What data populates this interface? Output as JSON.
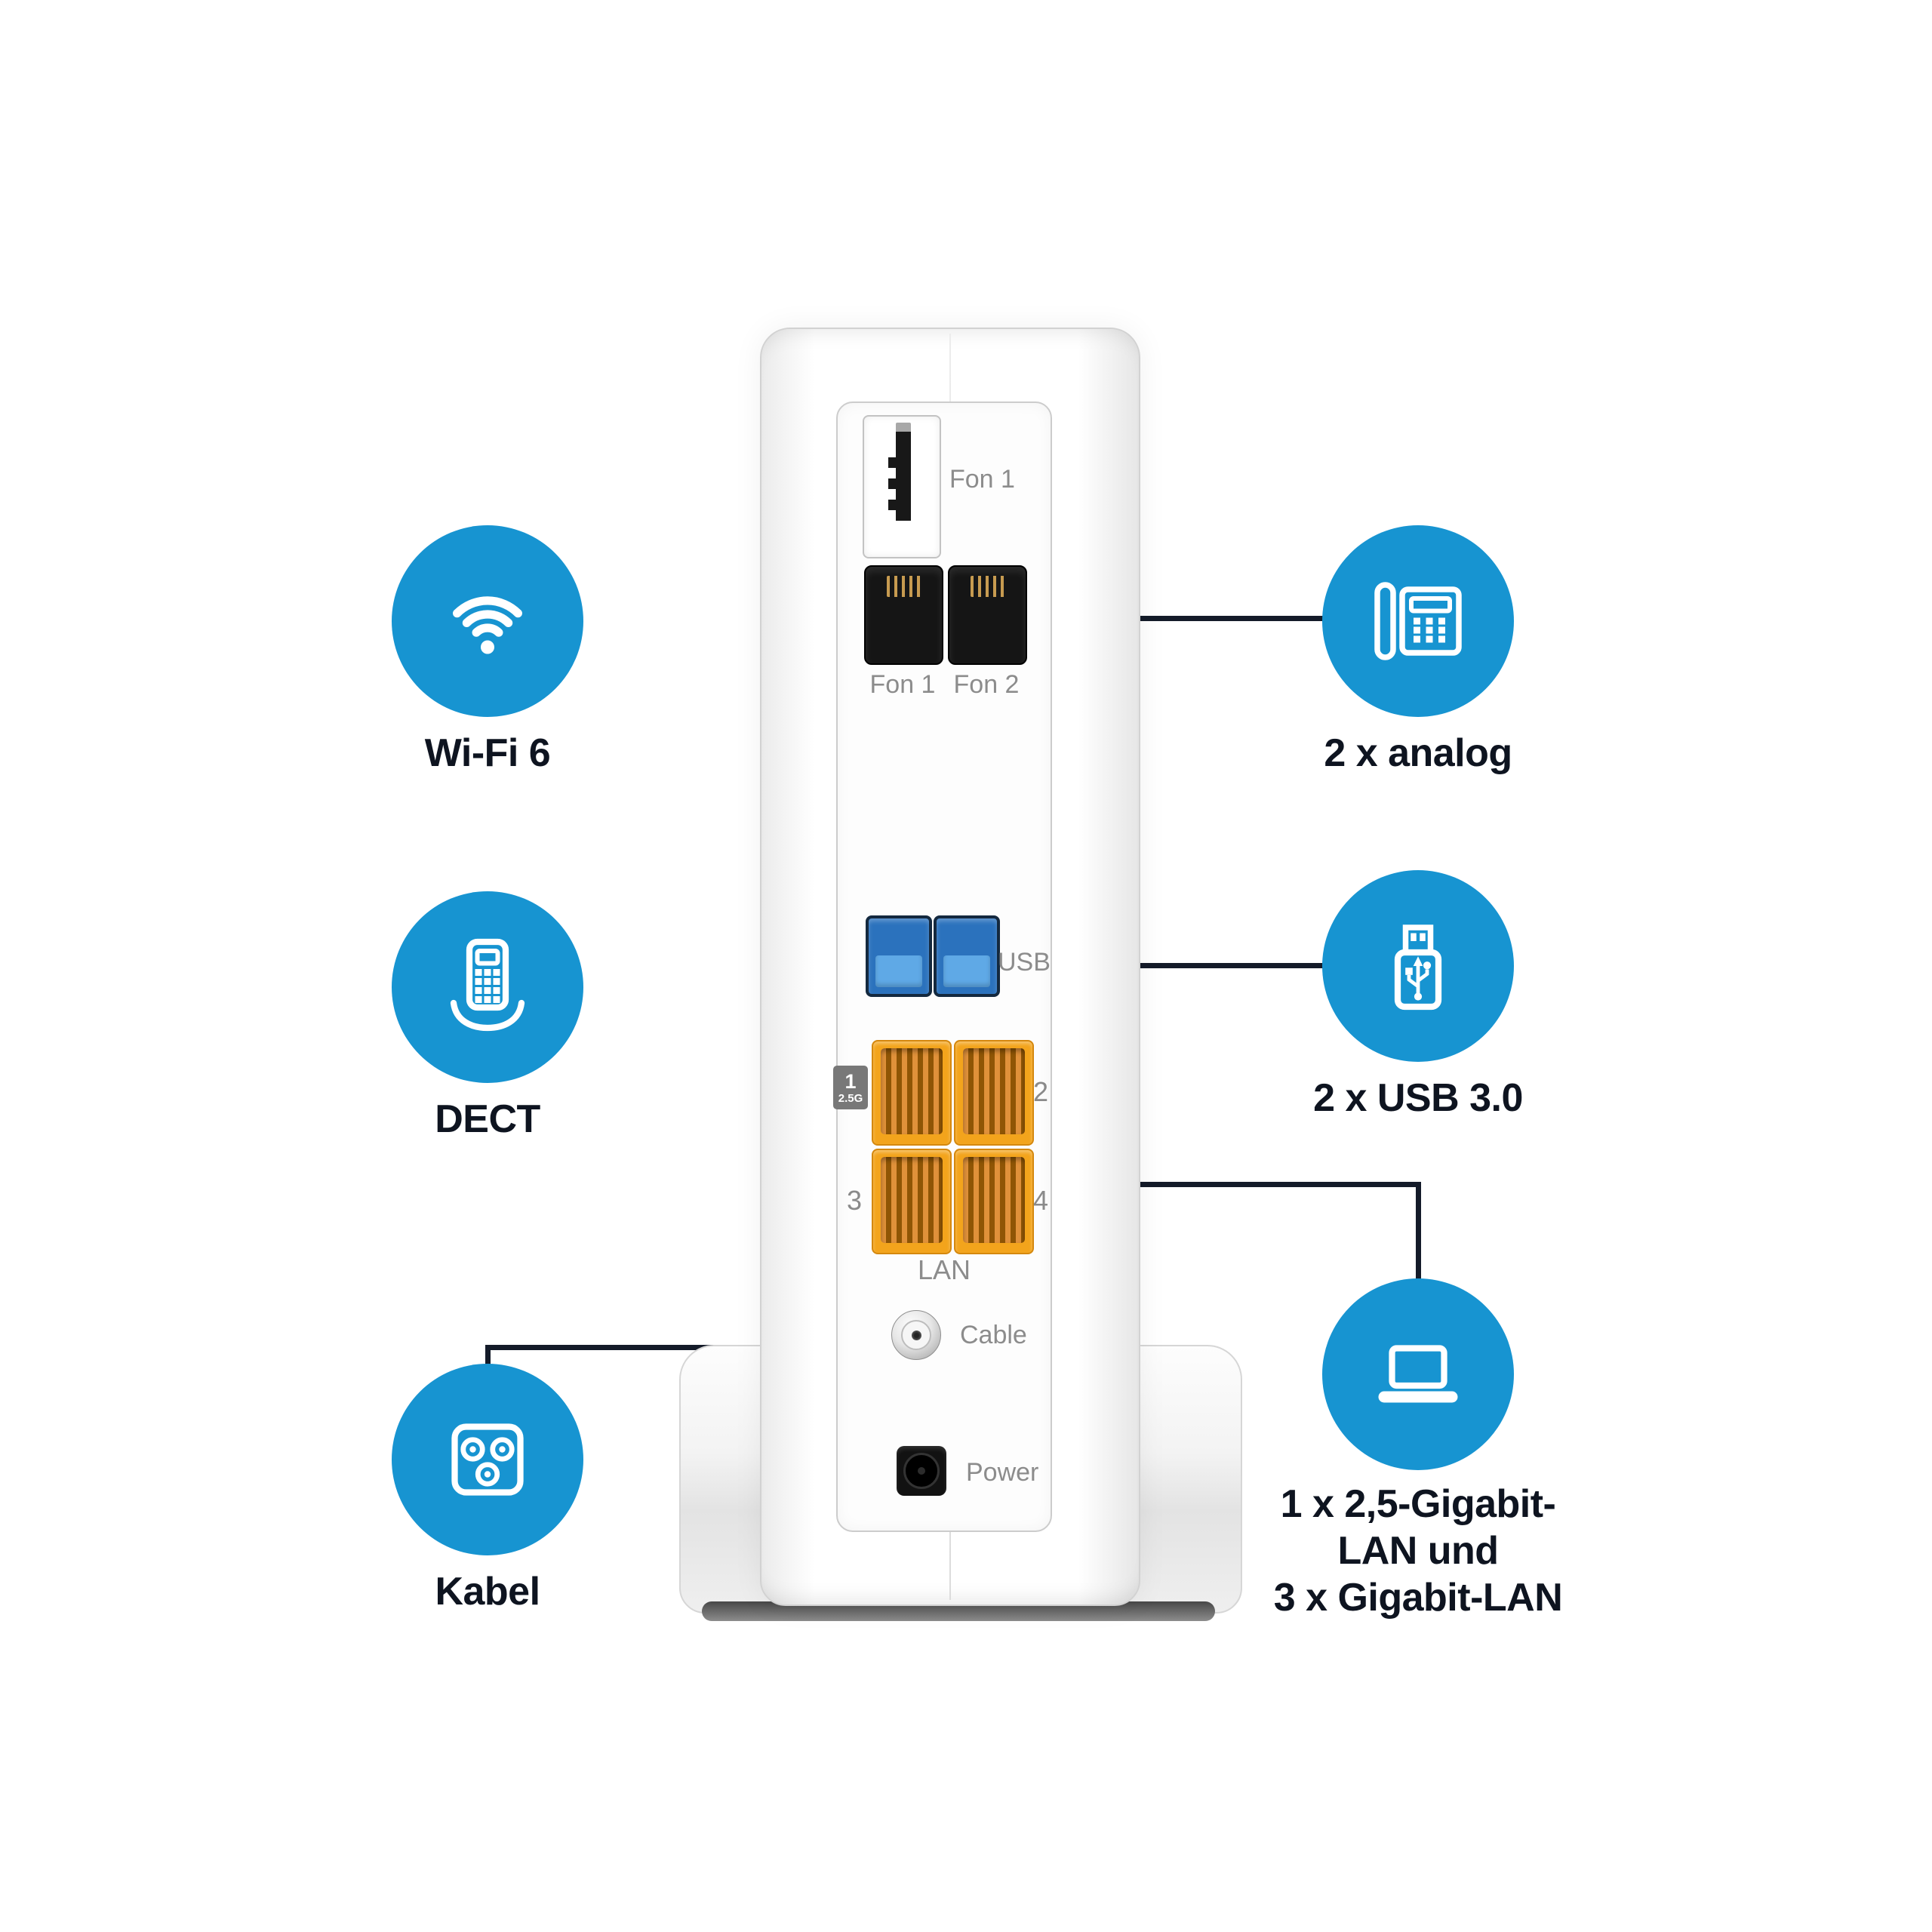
{
  "features": {
    "left": [
      {
        "icon": "wifi-icon",
        "label": "Wi-Fi 6"
      },
      {
        "icon": "dect-handset-icon",
        "label": "DECT"
      },
      {
        "icon": "cable-socket-icon",
        "label": "Kabel"
      }
    ],
    "right": [
      {
        "icon": "analog-phone-icon",
        "label": "2 x analog"
      },
      {
        "icon": "usb-stick-icon",
        "label": "2 x USB 3.0"
      },
      {
        "icon": "laptop-icon",
        "lines": [
          "1 x 2,5-Gigabit-",
          "LAN und",
          "3 x Gigabit-LAN"
        ]
      }
    ]
  },
  "router": {
    "tae_port_label": "Fon 1",
    "fon1_label": "Fon 1",
    "fon2_label": "Fon 2",
    "usb_label": "USB",
    "lan_badge_number": "1",
    "lan_badge_speed": "2.5G",
    "lan_port2": "2",
    "lan_port3": "3",
    "lan_port4": "4",
    "lan_label": "LAN",
    "cable_label": "Cable",
    "power_label": "Power"
  },
  "colors": {
    "accent_blue": "#1794d1",
    "connector_line": "#141b29",
    "lan_orange": "#f3a41c",
    "usb_blue": "#2b72bd",
    "port_label_gray": "#8c8c8c",
    "text_dark": "#0e1420"
  }
}
